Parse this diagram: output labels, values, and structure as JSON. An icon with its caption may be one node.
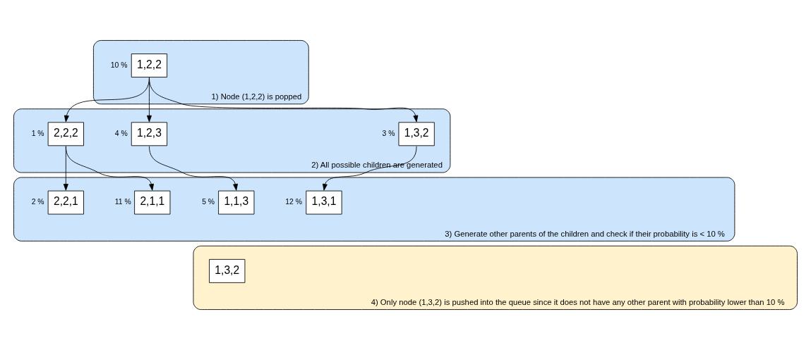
{
  "diagram": {
    "nodes": [
      {
        "text": [
          "1) Node (1,2,2) is popped"
        ]
      },
      {
        "text": [
          "1,2,2"
        ],
        "in": 0,
        "beside": [
          "10 %"
        ]
      },
      {
        "text": [
          "2) All possible children are generated"
        ]
      },
      {
        "text": [
          "2,2,2"
        ],
        "in": 2,
        "beside": [
          "1 %"
        ]
      },
      {
        "text": [
          "1,3,2"
        ],
        "in": 2,
        "beside": [
          "3 %"
        ]
      },
      {
        "text": [
          "1,2,3"
        ],
        "in": 2,
        "beside": [
          "4 %"
        ]
      },
      {
        "text": [
          "3) Generate other parents of the children and check if their probability is < 10 %"
        ]
      },
      {
        "text": [
          "2,1,1"
        ],
        "in": 6,
        "beside": [
          "11 %"
        ]
      },
      {
        "text": [
          "2,2,1"
        ],
        "in": 6,
        "beside": [
          "2 %"
        ]
      },
      {
        "text": [
          "1,3,1"
        ],
        "in": 6,
        "beside": [
          "12 %"
        ]
      },
      {
        "text": [
          "1,1,3"
        ],
        "in": 6,
        "beside": [
          "5 %"
        ]
      },
      {
        "text": [
          "4) Only node (1,3,2) is pushed into the queue since it does not have any other parent with probability lower than 10 %"
        ]
      },
      {
        "text": [
          "1,3,2"
        ],
        "in": 11
      }
    ],
    "edges": [
      {
        "from": 1,
        "to": 3,
        "arrow": "to"
      },
      {
        "from": 1,
        "to": 4,
        "arrow": "to"
      },
      {
        "from": 1,
        "to": 5,
        "arrow": "to"
      },
      {
        "from": 3,
        "to": 7,
        "arrow": "to"
      },
      {
        "from": 3,
        "to": 8,
        "arrow": "to"
      },
      {
        "from": 4,
        "to": 9,
        "arrow": "to"
      },
      {
        "from": 5,
        "to": 10,
        "arrow": "to"
      }
    ]
  }
}
